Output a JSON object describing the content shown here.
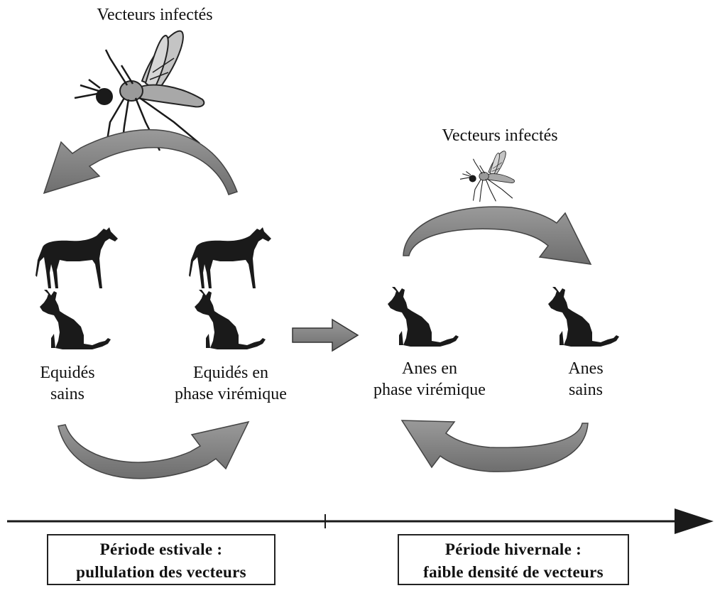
{
  "labels": {
    "summer_vectors": "Vecteurs infectés",
    "winter_vectors": "Vecteurs infectés",
    "healthy_equids_1": "Equidés",
    "healthy_equids_2": "sains",
    "viremic_equids_1": "Equidés en",
    "viremic_equids_2": "phase virémique",
    "viremic_donkeys_1": "Anes en",
    "viremic_donkeys_2": "phase virémique",
    "healthy_donkeys_1": "Anes",
    "healthy_donkeys_2": "sains"
  },
  "periods": {
    "summer_1": "Période estivale :",
    "summer_2": "pullulation des vecteurs",
    "winter_1": "Période hivernale :",
    "winter_2": "faible densité de vecteurs"
  },
  "colors": {
    "ink": "#1a1a1a",
    "arrow_fill": "#8c8c8c",
    "arrow_dark": "#5e5e5e",
    "wing": "#bdbdbd"
  }
}
